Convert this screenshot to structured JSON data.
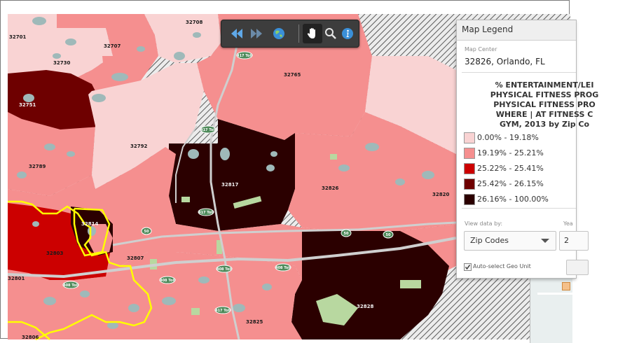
{
  "toolbar": {
    "tools": [
      {
        "name": "zoom-out-icon"
      },
      {
        "name": "zoom-in-icon"
      },
      {
        "name": "globe-icon"
      },
      {
        "name": "pan-hand-icon"
      },
      {
        "name": "magnifier-icon"
      },
      {
        "name": "info-icon"
      }
    ],
    "active_tool": "pan-hand-icon"
  },
  "map": {
    "zip_labels": [
      "32701",
      "32707",
      "32708",
      "32730",
      "32765",
      "32751",
      "32792",
      "32789",
      "32817",
      "32826",
      "32820",
      "32814",
      "32803",
      "32807",
      "32801",
      "32828",
      "32825",
      "32806"
    ],
    "road_labels": [
      "417 Toll",
      "417 Toll",
      "417 Toll",
      "50",
      "50",
      "50",
      "408 Toll",
      "408 Toll",
      "408 Toll",
      "408 Toll",
      "417 Toll"
    ],
    "colors": {
      "class1": "#f9d3d3",
      "class2": "#f58f8f",
      "class3": "#cc0000",
      "class4": "#6e0000",
      "class5": "#2b0000",
      "water": "#9fb9b9",
      "park": "#b8d8a0",
      "highlight": "#ffff00"
    }
  },
  "legend": {
    "title": "Map Legend",
    "map_center_label": "Map Center",
    "map_center_value": "32826, Orlando, FL",
    "heading_lines": [
      "% ENTERTAINMENT/LEI",
      "PHYSICAL FITNESS PROG",
      "PHYSICAL FITNESS PRO",
      "WHERE | AT FITNESS C",
      "GYM, 2013 by Zip Co"
    ],
    "classes": [
      {
        "range": "0.00% - 19.18%",
        "color": "#f9d3d3"
      },
      {
        "range": "19.19% - 25.21%",
        "color": "#f58f8f"
      },
      {
        "range": "25.22% - 25.41%",
        "color": "#cc0000"
      },
      {
        "range": "25.42% - 26.15%",
        "color": "#6e0000"
      },
      {
        "range": "26.16% - 100.00%",
        "color": "#2b0000"
      }
    ],
    "view_by_label": "View data by:",
    "view_by_value": "Zip Codes",
    "year_label": "Yea",
    "year_value": "2",
    "auto_select_label": "Auto-select Geo Unit",
    "auto_select_checked": true
  }
}
